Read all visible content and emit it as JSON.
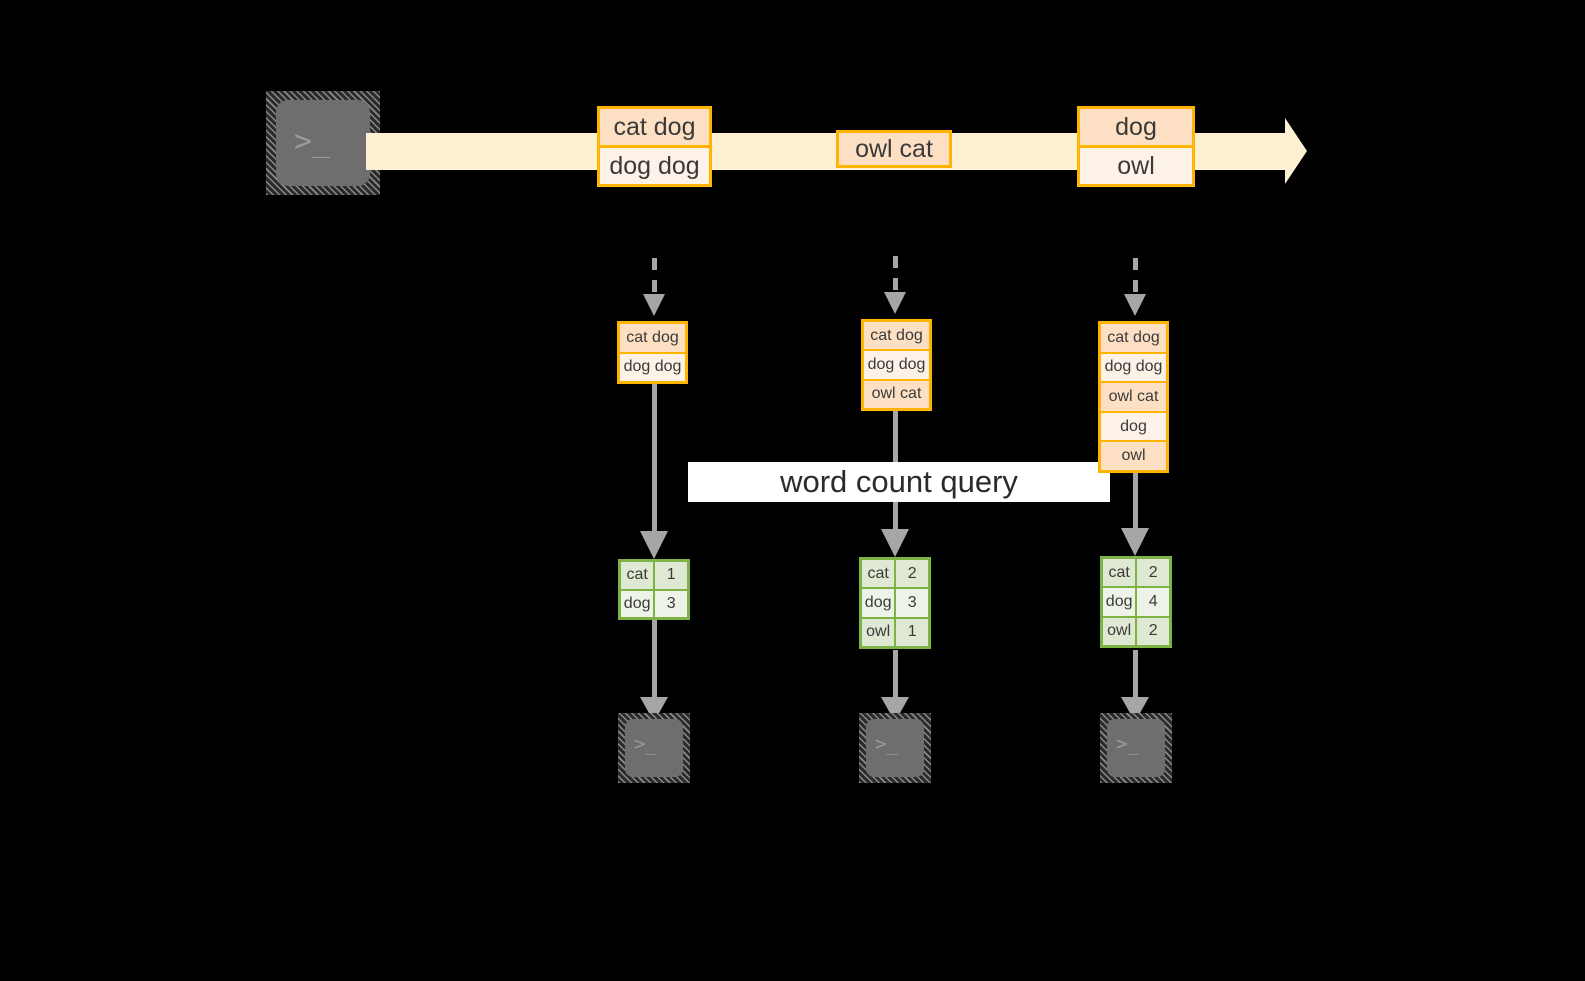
{
  "diagram": {
    "title_label": "word count query",
    "colors": {
      "background": "#000000",
      "stream_fill": "#fdf0d3",
      "message_border": "#ffb400",
      "message_fill_dark": "#fde0c4",
      "message_fill_light": "#fdf2e8",
      "result_border": "#7cb342",
      "result_fill_dark": "#dfe8d2",
      "result_fill_light": "#eef3e7",
      "arrow_gray": "#a6a6a6",
      "terminal_body": "#6e6e6e",
      "label_background": "#ffffff"
    },
    "terminals": {
      "producer_glyph": ">_",
      "consumer_glyph": ">_"
    },
    "stream": {
      "events": [
        {
          "id": "e1",
          "lines": [
            "cat dog",
            "dog dog"
          ]
        },
        {
          "id": "e2",
          "lines": [
            "owl cat"
          ]
        },
        {
          "id": "e3",
          "lines": [
            "dog",
            "owl"
          ]
        }
      ]
    },
    "snapshots": [
      {
        "id": "t1",
        "stream_rows": [
          "cat dog",
          "dog dog"
        ],
        "result_header": null,
        "result_rows": [
          {
            "word": "cat",
            "count": "1"
          },
          {
            "word": "dog",
            "count": "3"
          }
        ]
      },
      {
        "id": "t2",
        "stream_rows": [
          "cat dog",
          "dog dog",
          "owl cat"
        ],
        "result_header": null,
        "result_rows": [
          {
            "word": "cat",
            "count": "2"
          },
          {
            "word": "dog",
            "count": "3"
          },
          {
            "word": "owl",
            "count": "1"
          }
        ]
      },
      {
        "id": "t3",
        "stream_rows": [
          "cat dog",
          "dog dog",
          "owl cat",
          "dog",
          "owl"
        ],
        "result_header": null,
        "result_rows": [
          {
            "word": "cat",
            "count": "2"
          },
          {
            "word": "dog",
            "count": "4"
          },
          {
            "word": "owl",
            "count": "2"
          }
        ]
      }
    ]
  }
}
